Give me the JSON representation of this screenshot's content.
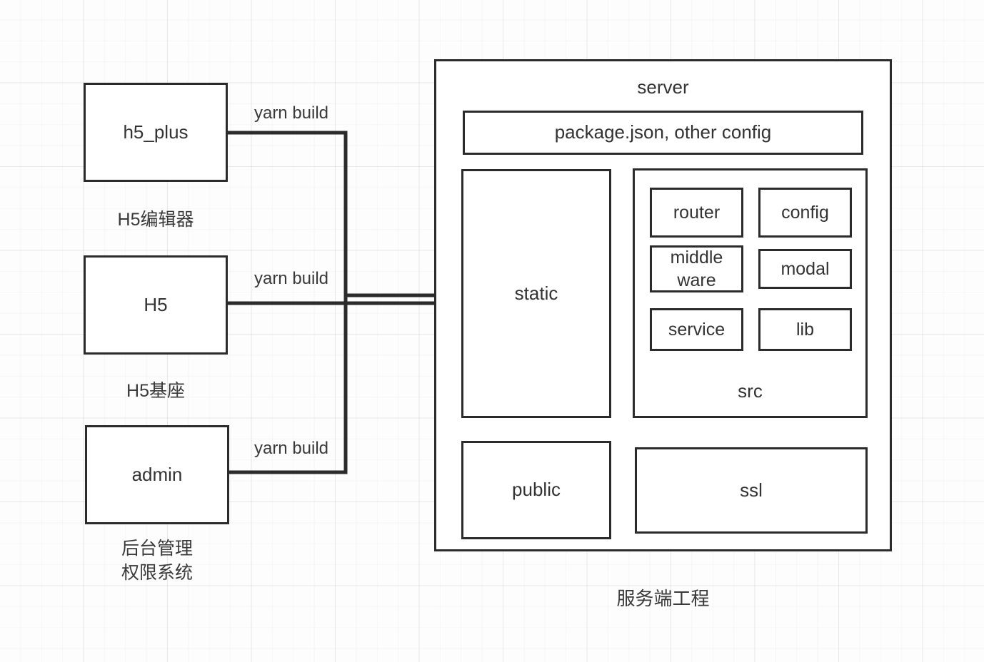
{
  "diagram": {
    "title_caption": "服务端工程",
    "colors": {
      "stroke": "#2b2b2b",
      "text": "#333333",
      "background": "#fdfdfd",
      "grid": "#e8e8e8"
    }
  },
  "sources": [
    {
      "name": "h5_plus",
      "caption": "H5编辑器",
      "edge_label": "yarn build"
    },
    {
      "name": "H5",
      "caption": "H5基座",
      "edge_label": "yarn build"
    },
    {
      "name": "admin",
      "caption": "后台管理\n权限系统",
      "edge_label": "yarn build"
    }
  ],
  "server": {
    "title": "server",
    "config_box": "package.json, other config",
    "static_box": "static",
    "src": {
      "title": "src",
      "modules": [
        "router",
        "config",
        "middle\nware",
        "modal",
        "service",
        "lib"
      ]
    },
    "public_box": "public",
    "ssl_box": "ssl",
    "caption": "服务端工程"
  }
}
